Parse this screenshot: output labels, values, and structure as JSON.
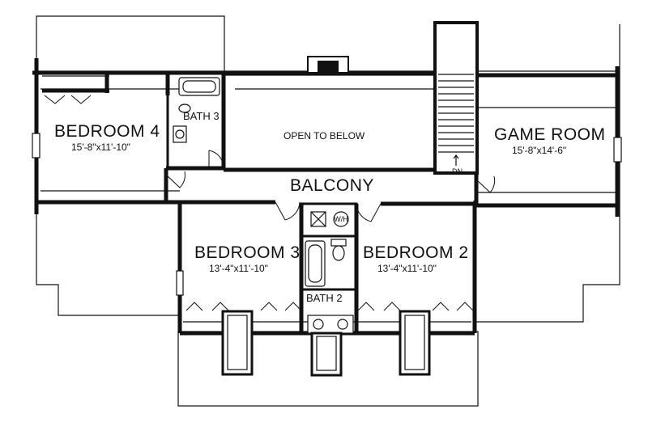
{
  "rooms": {
    "bedroom4": {
      "name": "BEDROOM 4",
      "dims": "15'-8\"x11'-10\""
    },
    "game_room": {
      "name": "GAME ROOM",
      "dims": "15'-8\"x14'-6\""
    },
    "bedroom3": {
      "name": "BEDROOM 3",
      "dims": "13'-4\"x11'-10\""
    },
    "bedroom2": {
      "name": "BEDROOM 2",
      "dims": "13'-4\"x11'-10\""
    },
    "bath3": {
      "name": "BATH 3"
    },
    "bath2": {
      "name": "BATH 2"
    },
    "balcony": {
      "name": "BALCONY"
    },
    "open_to_below": {
      "name": "OPEN TO BELOW"
    }
  },
  "labels": {
    "stair_down": "DN",
    "water_heater": "W/H"
  }
}
